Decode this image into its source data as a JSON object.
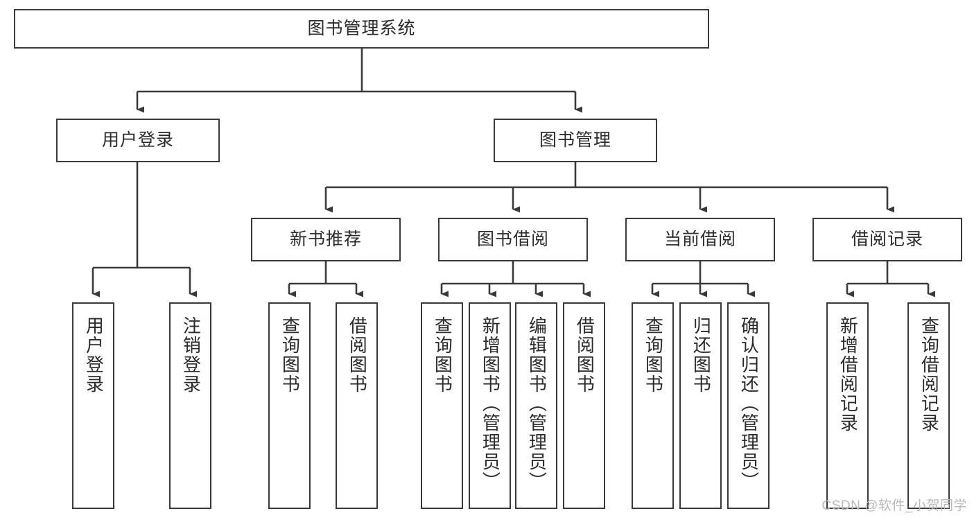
{
  "diagram": {
    "title_root": "图书管理系统",
    "accent_line_color": "#3a3a3a",
    "box_border_color": "#3a3a3a",
    "text_color": "#2b2b2b",
    "background": "#ffffff"
  },
  "root": {
    "label": "图书管理系统"
  },
  "level1": [
    {
      "label": "用户登录"
    },
    {
      "label": "图书管理"
    }
  ],
  "level2": [
    {
      "label": "新书推荐"
    },
    {
      "label": "图书借阅"
    },
    {
      "label": "当前借阅"
    },
    {
      "label": "借阅记录"
    }
  ],
  "leaves": {
    "user_login": [
      {
        "label": "用户登录"
      },
      {
        "label": "注销登录"
      }
    ],
    "new_book_recommend": [
      {
        "label": "查询图书"
      },
      {
        "label": "借阅图书"
      }
    ],
    "book_borrow": [
      {
        "label": "查询图书"
      },
      {
        "label": "新增图书（管理员）"
      },
      {
        "label": "编辑图书（管理员）"
      },
      {
        "label": "借阅图书"
      }
    ],
    "current_borrow": [
      {
        "label": "查询图书"
      },
      {
        "label": "归还图书"
      },
      {
        "label": "确认归还（管理员）"
      }
    ],
    "borrow_record": [
      {
        "label": "新增借阅记录"
      },
      {
        "label": "查询借阅记录"
      }
    ]
  },
  "watermark": {
    "text": "CSDN @软件_小贺同学"
  }
}
